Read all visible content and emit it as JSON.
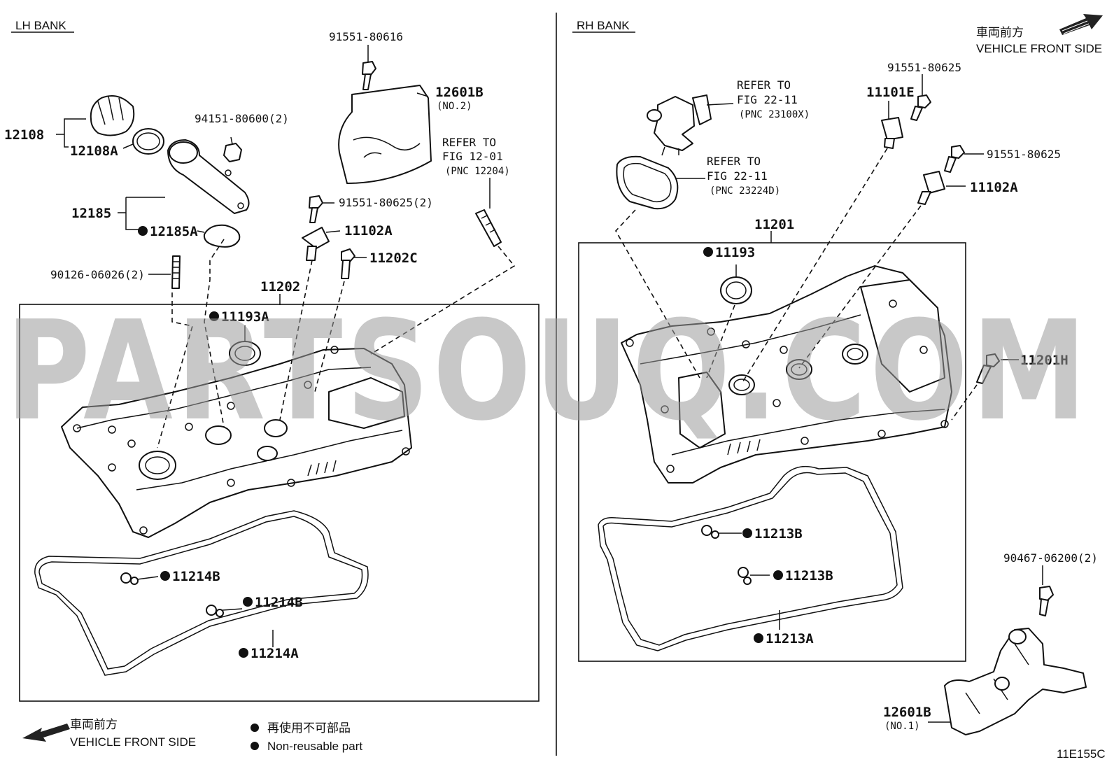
{
  "banks": {
    "lh": "LH BANK",
    "rh": "RH BANK"
  },
  "orientation": {
    "jp": "車両前方",
    "en": "VEHICLE FRONT SIDE"
  },
  "legend": {
    "jp": "再使用不可部品",
    "en": "Non-reusable part"
  },
  "refs": {
    "fig_12_01": [
      "REFER TO",
      "FIG 12-01",
      "(PNC 12204)"
    ],
    "fig_22_11_a": [
      "REFER TO",
      "FIG 22-11",
      "(PNC 23100X)"
    ],
    "fig_22_11_b": [
      "REFER TO",
      "FIG 22-11",
      "(PNC 23224D)"
    ]
  },
  "lh_parts": {
    "p12108": "12108",
    "p12108A": "12108A",
    "p94151": "94151-80600(2)",
    "p91551_80616": "91551-80616",
    "p12601B_no2": "12601B",
    "no2": "(NO.2)",
    "p12185": "12185",
    "p12185A": "12185A",
    "p91551_80625_2": "91551-80625(2)",
    "p11102A": "11102A",
    "p11202C": "11202C",
    "p90126": "90126-06026(2)",
    "p11202": "11202",
    "p11193A": "11193A",
    "p11214B_1": "11214B",
    "p11214B_2": "11214B",
    "p11214A": "11214A"
  },
  "rh_parts": {
    "p91551_80625_a": "91551-80625",
    "p11101E": "11101E",
    "p91551_80625_b": "91551-80625",
    "p11102A": "11102A",
    "p11201": "11201",
    "p11193": "11193",
    "p11201H": "11201H",
    "p11213B_1": "11213B",
    "p11213B_2": "11213B",
    "p11213A": "11213A",
    "p90467": "90467-06200(2)",
    "p12601B_no1": "12601B",
    "no1": "(NO.1)"
  },
  "figure_id": "11E155C",
  "watermark": "PARTSOUQ.COM"
}
